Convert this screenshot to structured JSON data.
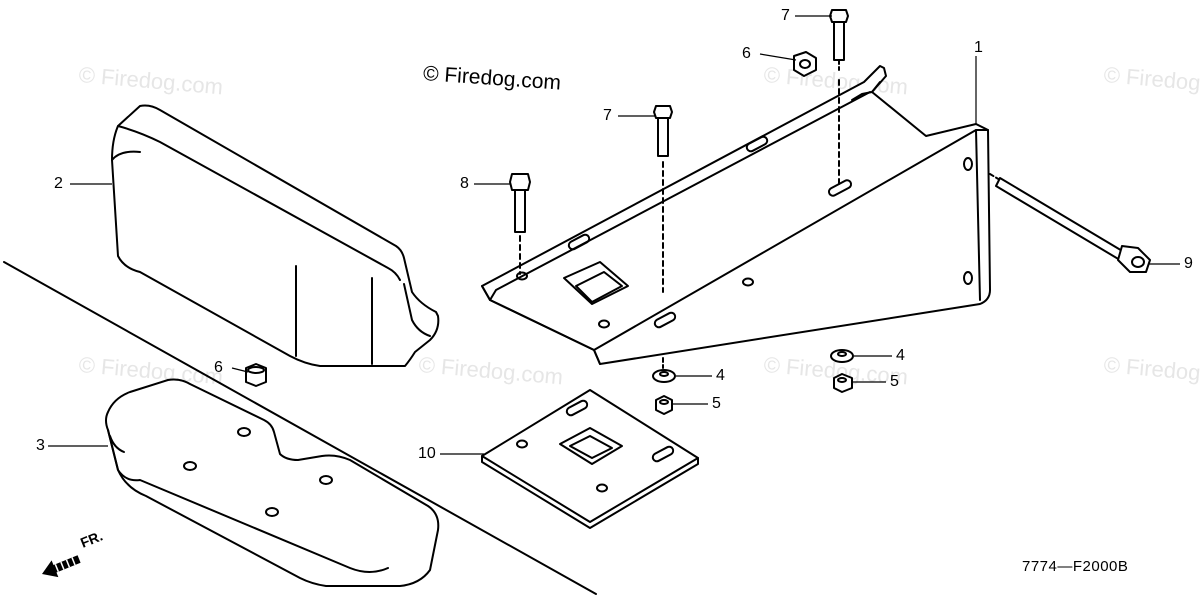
{
  "diagram": {
    "copyright": "© Firedog.com",
    "watermark": "© Firedog.com",
    "figure_code": "7774—F2000B",
    "front_marker": "FR.",
    "callouts": {
      "c1": "1",
      "c2": "2",
      "c3": "3",
      "c4a": "4",
      "c4b": "4",
      "c5a": "5",
      "c5b": "5",
      "c6a": "6",
      "c6b": "6",
      "c7a": "7",
      "c7b": "7",
      "c8": "8",
      "c9": "9",
      "c10": "10"
    },
    "colors": {
      "line": "#000000",
      "background": "#ffffff",
      "watermark": "#e6e6e6"
    }
  }
}
